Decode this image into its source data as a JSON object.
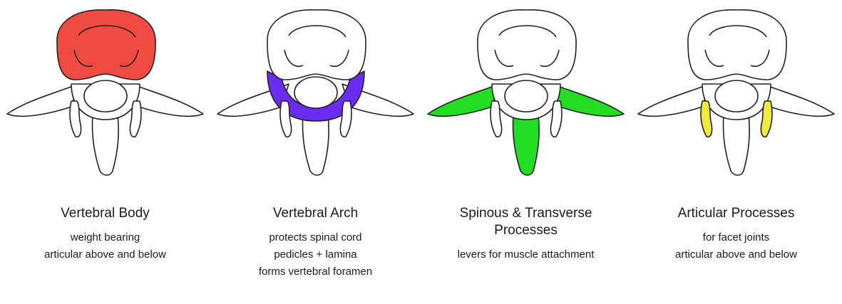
{
  "colors": {
    "vertebral_body": "#f04b41",
    "vertebral_arch": "#6a2cf0",
    "spinous_transverse": "#22dd22",
    "articular": "#f0ea3c",
    "bone": "#ffffff",
    "outline": "#222222"
  },
  "panels": [
    {
      "highlight": "vertebral_body",
      "title": "Vertebral Body",
      "lines": [
        "weight bearing",
        "articular above and below"
      ]
    },
    {
      "highlight": "vertebral_arch",
      "title": "Vertebral Arch",
      "lines": [
        "protects spinal cord",
        "pedicles + lamina",
        "forms vertebral foramen"
      ]
    },
    {
      "highlight": "spinous_transverse",
      "title": "Spinous & Transverse Processes",
      "lines": [
        "levers for muscle attachment"
      ]
    },
    {
      "highlight": "articular",
      "title": "Articular Processes",
      "lines": [
        "for facet joints",
        "articular above and below"
      ]
    }
  ]
}
